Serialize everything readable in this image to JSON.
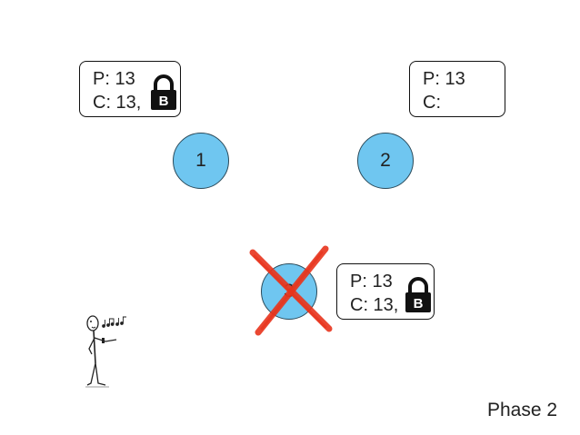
{
  "boxes": {
    "box1": {
      "p": "P: 13",
      "c": "C: 13,",
      "lock_letter": "B"
    },
    "box2": {
      "p": "P: 13",
      "c": "C:"
    },
    "box3": {
      "p": "P: 13",
      "c": "C: 13,",
      "lock_letter": "B"
    }
  },
  "nodes": {
    "node1": {
      "label": "1"
    },
    "node2": {
      "label": "2"
    },
    "node3": {
      "label": "3"
    }
  },
  "phase_label": "Phase 2",
  "colors": {
    "node_fill": "#6fc6f0",
    "crash_x": "#e8341c",
    "lock": "#111111"
  },
  "icons": {
    "lock": "padlock-icon",
    "crash": "red-x-icon",
    "singer": "singing-stick-figure-icon"
  }
}
